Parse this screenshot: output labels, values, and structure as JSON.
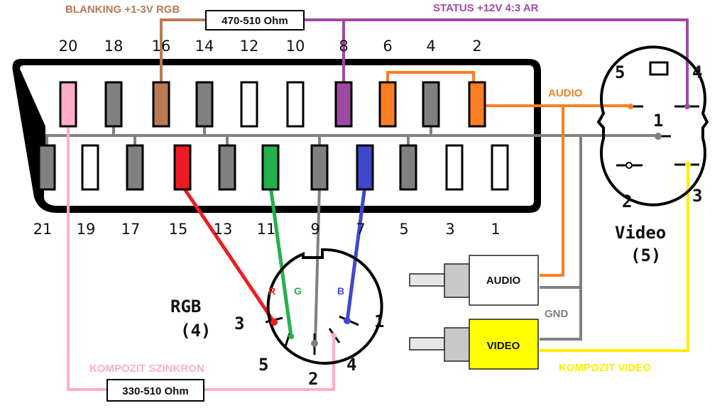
{
  "colors": {
    "brown": "#b87a57",
    "purple": "#9e4aa3",
    "orange": "#fd7e23",
    "gray": "#808080",
    "pink": "#ffaccb",
    "red": "#ee1c24",
    "green": "#22b14c",
    "blue": "#3f48cc",
    "yellow": "#ffee00",
    "video_plug": "#ffff00"
  },
  "labels": {
    "blanking": "BLANKING +1-3V RGB",
    "status": "STATUS +12V 4:3 AR",
    "audio": "AUDIO",
    "gnd": "GND",
    "kompozit_video": "KOMPOZIT VIDEO",
    "kompozit_szinkron": "KOMPOZIT SZINKRON"
  },
  "resistors": {
    "top": "470-510 Ohm",
    "bottom": "330-510 Ohm"
  },
  "scart": {
    "top_pins": [
      {
        "num": "20",
        "color": "pink"
      },
      {
        "num": "18",
        "color": "gray"
      },
      {
        "num": "16",
        "color": "brown"
      },
      {
        "num": "14",
        "color": "gray"
      },
      {
        "num": "12",
        "color": "none"
      },
      {
        "num": "10",
        "color": "none"
      },
      {
        "num": "8",
        "color": "purple"
      },
      {
        "num": "6",
        "color": "orange"
      },
      {
        "num": "4",
        "color": "gray"
      },
      {
        "num": "2",
        "color": "orange"
      }
    ],
    "bottom_pins": [
      {
        "num": "21",
        "color": "gray"
      },
      {
        "num": "19",
        "color": "none"
      },
      {
        "num": "17",
        "color": "gray"
      },
      {
        "num": "15",
        "color": "red"
      },
      {
        "num": "13",
        "color": "gray"
      },
      {
        "num": "11",
        "color": "green"
      },
      {
        "num": "9",
        "color": "gray"
      },
      {
        "num": "7",
        "color": "blue"
      },
      {
        "num": "5",
        "color": "gray"
      },
      {
        "num": "3",
        "color": "none"
      },
      {
        "num": "1",
        "color": "none"
      }
    ]
  },
  "rgb_din": {
    "title": "RGB",
    "subtitle": "(4)",
    "pin_labels": [
      "1",
      "2",
      "3",
      "4",
      "5"
    ],
    "signal_labels": {
      "r": "R",
      "g": "G",
      "b": "B"
    }
  },
  "video_din": {
    "title": "Video",
    "subtitle": "(5)",
    "pin_labels": [
      "1",
      "2",
      "3",
      "4",
      "5"
    ]
  },
  "rca": {
    "audio_label": "AUDIO",
    "video_label": "VIDEO"
  }
}
